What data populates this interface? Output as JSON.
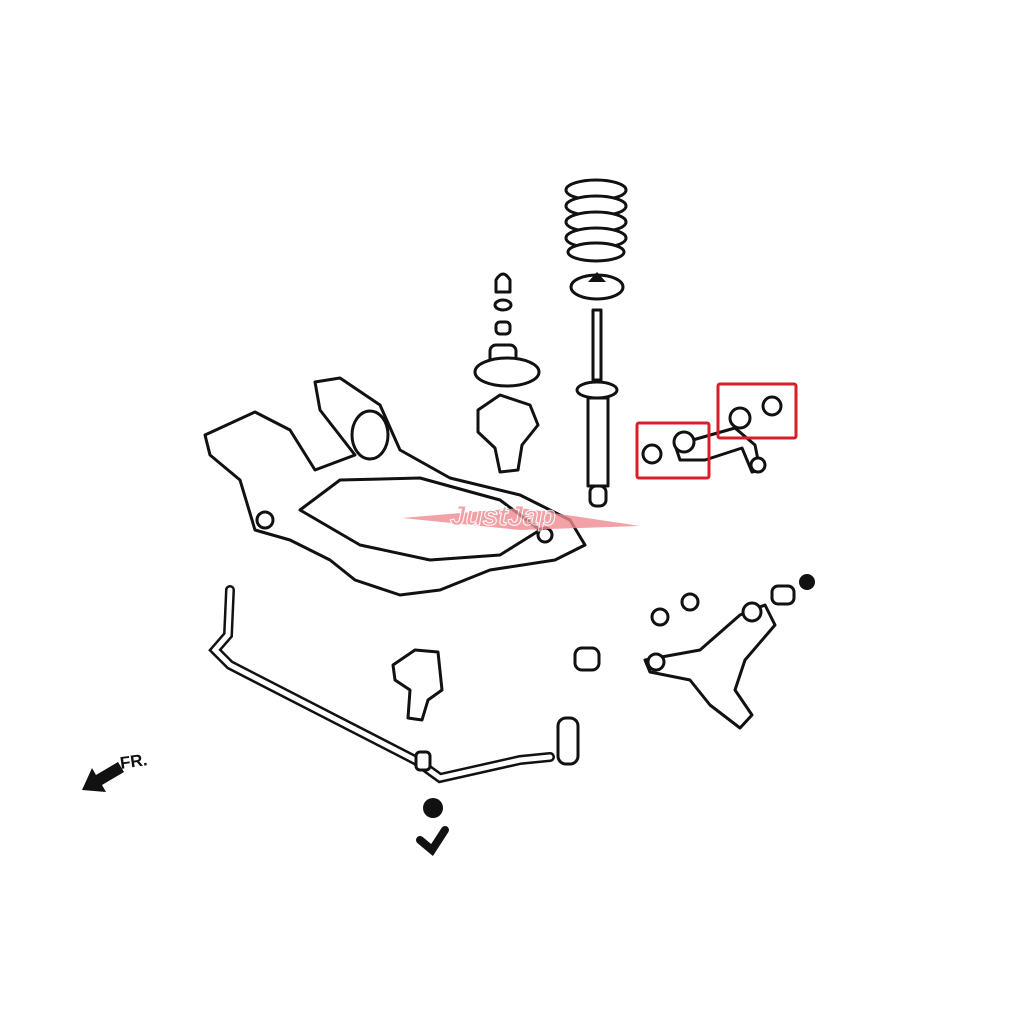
{
  "diagram": {
    "direction_label": "FR.",
    "direction_icon": "arrow-left-down-icon",
    "watermark": "JustJap",
    "highlight_color": "#d81e2a",
    "watermark_color": "#f08c90",
    "highlighted_parts": [
      "upper-arm-front-bushing",
      "upper-arm-rear-bushing"
    ]
  }
}
